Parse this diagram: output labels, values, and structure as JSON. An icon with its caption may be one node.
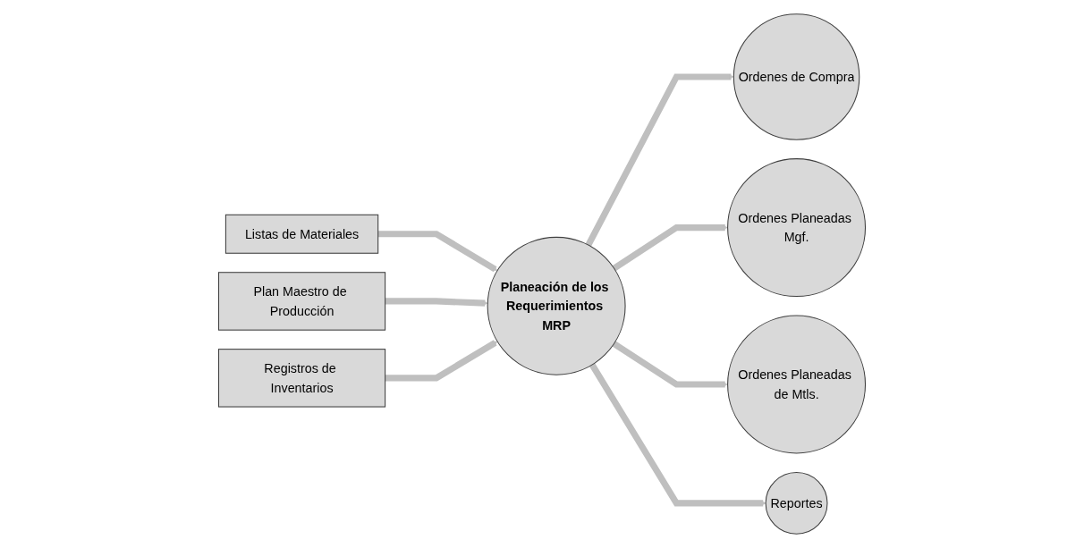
{
  "diagram": {
    "nodes": [
      {
        "text": [
          "Listas de Materiales"
        ]
      },
      {
        "text": [
          "Plan Maestro de Producción"
        ]
      },
      {
        "text": [
          "Registros de Inventarios"
        ]
      },
      {
        "text": [
          "Planeación de los Requerimientos MRP"
        ]
      },
      {
        "text": [
          "Ordenes de Compra"
        ]
      },
      {
        "text": [
          "Ordenes Planeadas Mgf."
        ]
      },
      {
        "text": [
          "Ordenes Planeadas de Mtls."
        ]
      },
      {
        "text": [
          "Reportes"
        ]
      }
    ],
    "edges": [
      {
        "from": 0,
        "to": 3,
        "arrow": "to"
      },
      {
        "from": 1,
        "to": 3,
        "arrow": "to"
      },
      {
        "from": 2,
        "to": 3,
        "arrow": "to"
      },
      {
        "from": 3,
        "to": 4,
        "arrow": "to"
      },
      {
        "from": 3,
        "to": 5,
        "arrow": "to"
      },
      {
        "from": 3,
        "to": 6,
        "arrow": "to"
      },
      {
        "from": 3,
        "to": 7,
        "arrow": "to"
      }
    ]
  }
}
